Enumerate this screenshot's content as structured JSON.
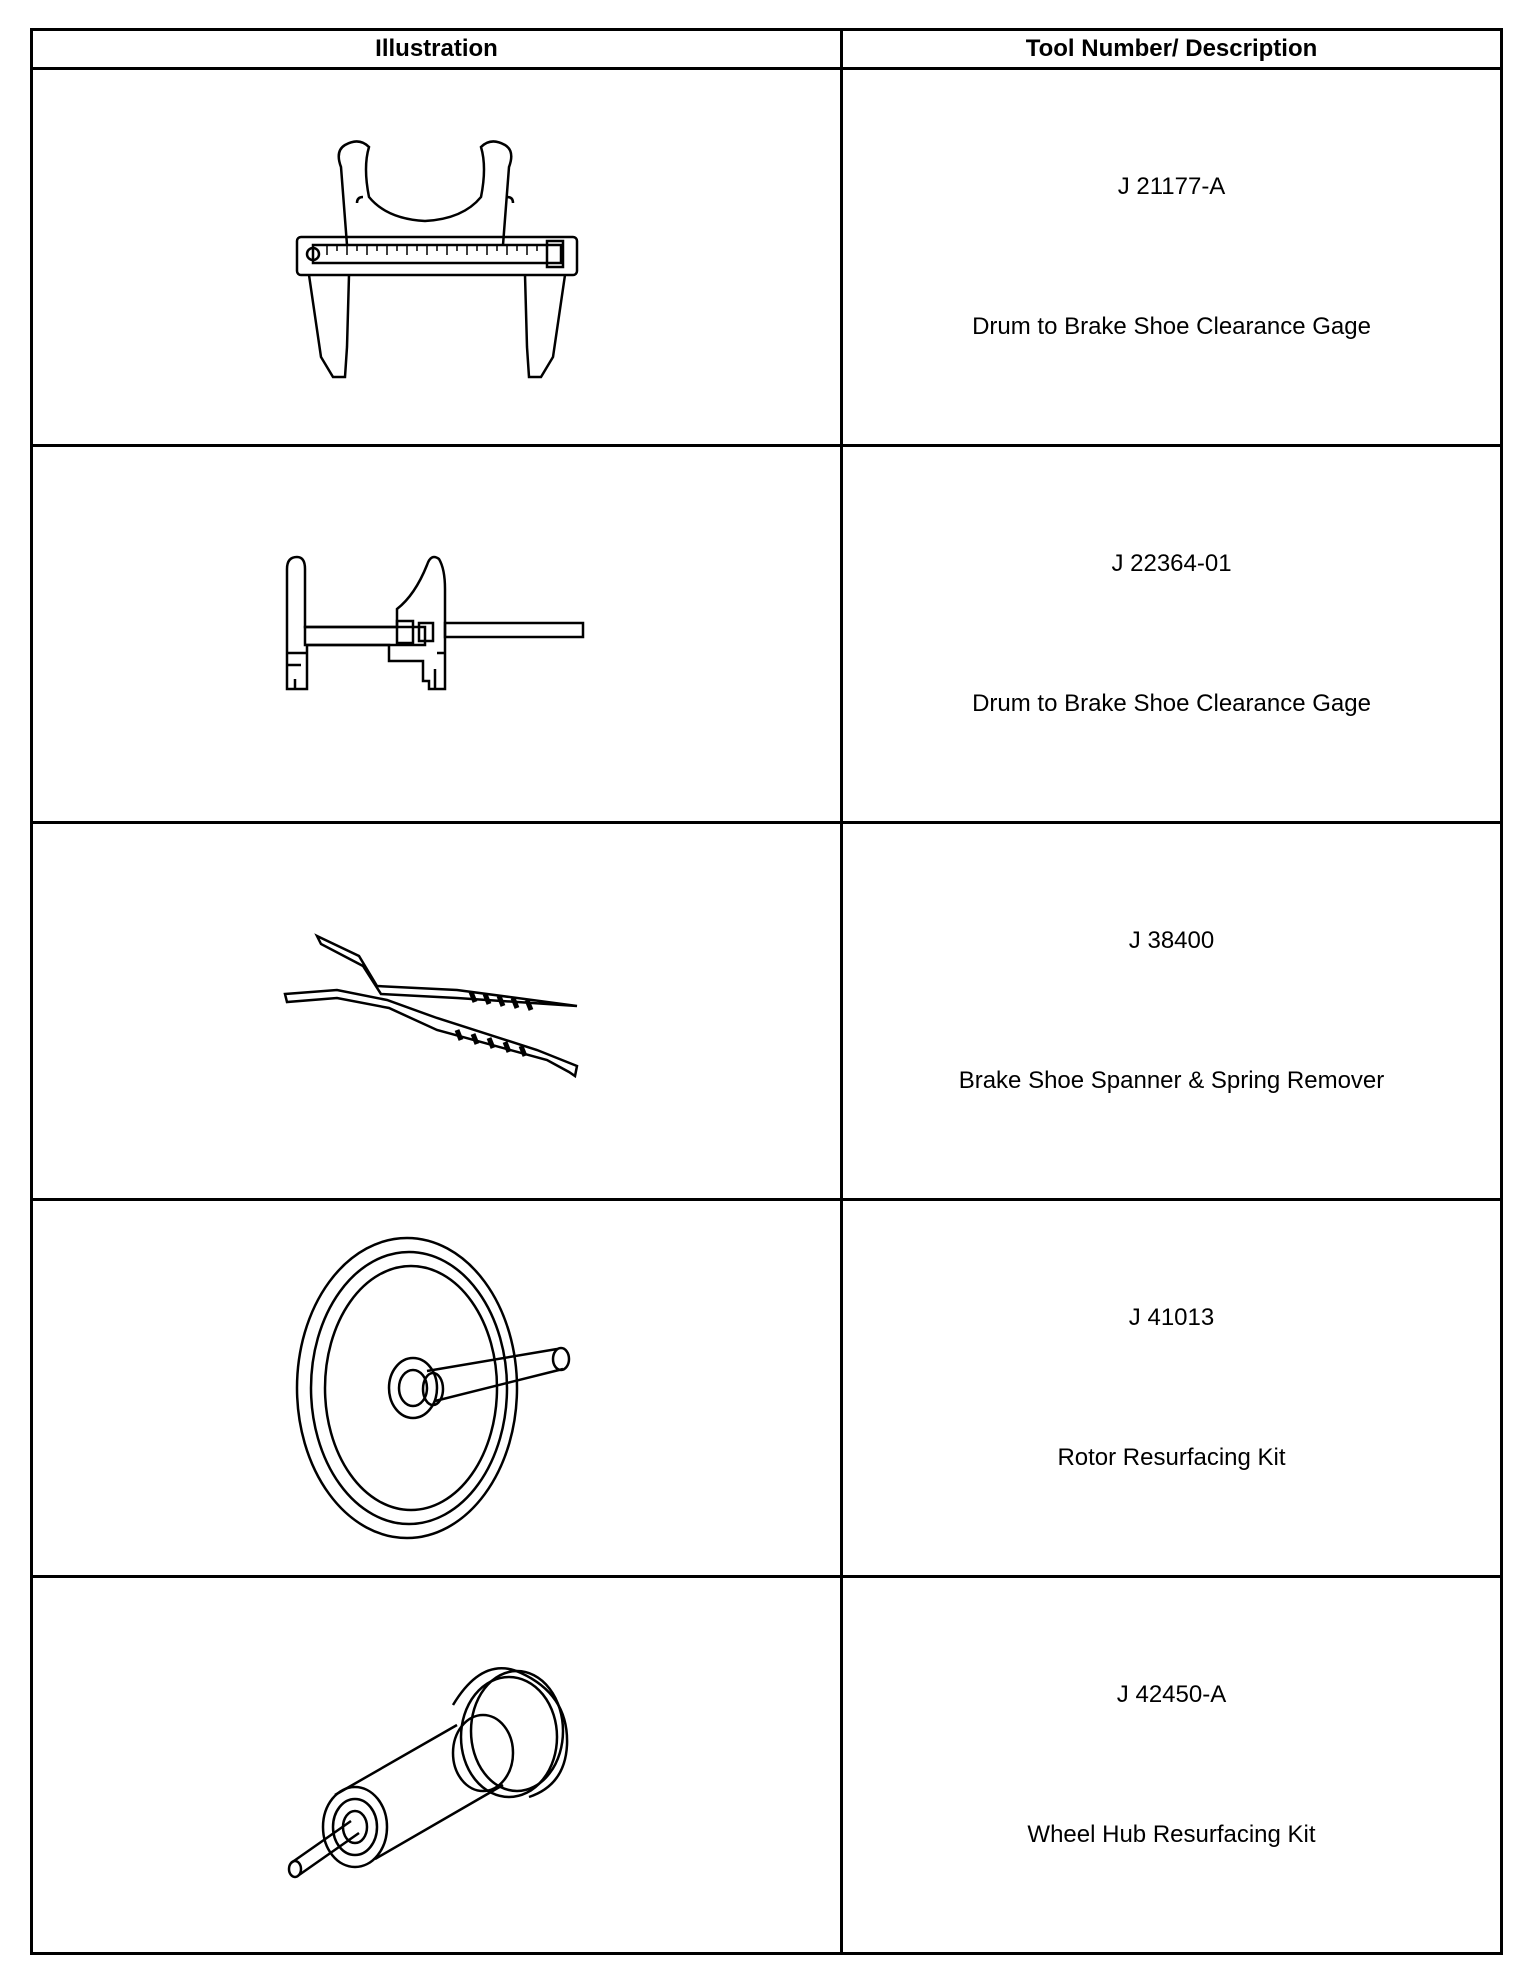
{
  "table": {
    "headers": {
      "illustration": "Illustration",
      "tool": "Tool Number/ Description"
    },
    "rows": [
      {
        "tool_number": "J 21177-A",
        "description": "Drum to Brake Shoe Clearance Gage",
        "illustration_icon": "clearance-gage-icon"
      },
      {
        "tool_number": "J 22364-01",
        "description": "Drum to Brake Shoe Clearance Gage",
        "illustration_icon": "clearance-gage-icon"
      },
      {
        "tool_number": "J 38400",
        "description": "Brake Shoe Spanner & Spring Remover",
        "illustration_icon": "spanner-spring-remover-icon"
      },
      {
        "tool_number": "J 41013",
        "description": "Rotor Resurfacing Kit",
        "illustration_icon": "rotor-resurfacing-kit-icon"
      },
      {
        "tool_number": "J 42450-A",
        "description": "Wheel Hub Resurfacing Kit",
        "illustration_icon": "wheel-hub-resurfacing-kit-icon"
      }
    ]
  }
}
